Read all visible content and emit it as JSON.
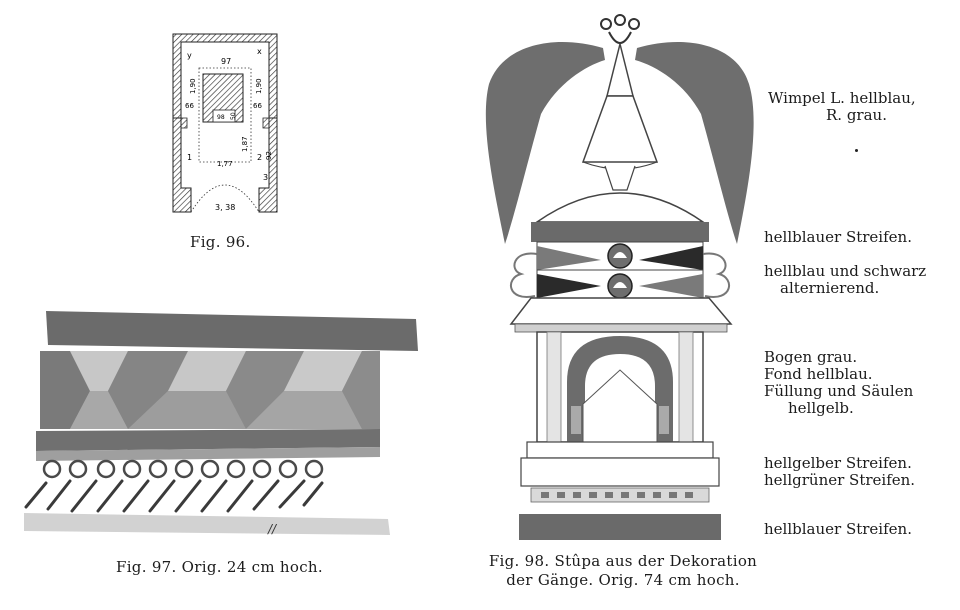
{
  "fig96": {
    "caption": "Fig. 96.",
    "dims": {
      "y": "y",
      "x": "x",
      "n97": "97",
      "d190a": "1,90",
      "d190b": "1,90",
      "d66a": "66",
      "d66b": "66",
      "d98": "98",
      "d50": "50",
      "d187": "1,87",
      "d177": "1,77",
      "n1": "1",
      "n2": "2",
      "n3": "3",
      "d92": "92",
      "d338": "3, 38"
    }
  },
  "fig97": {
    "caption": "Fig. 97.  Orig.  24 cm hoch.",
    "mark": "//"
  },
  "fig98": {
    "caption_line1": "Fig. 98.   Stûpa aus der Dekoration",
    "caption_line2": "der Gänge.   Orig. 74 cm hoch."
  },
  "annotations": {
    "wimpel_line1": "Wimpel L. hellblau,",
    "wimpel_line2": "R. grau.",
    "stripe1": "hellblauer Streifen.",
    "alt_line1": "hellblau und schwarz",
    "alt_line2": "alternierend.",
    "bogen_line1": "Bogen grau.",
    "bogen_line2": "Fond hellblau.",
    "bogen_line3": "Füllung und Säulen",
    "bogen_line4": "hellgelb.",
    "stripe2": "hellgelber Streifen.",
    "stripe3": "hellgrüner Streifen.",
    "stripe4": "hellblauer Streifen."
  },
  "colors": {
    "dark_gray": "#6b6b6b",
    "mid_gray": "#8f8f8f",
    "light_gray": "#c9c9c9",
    "black": "#1a1a1a"
  }
}
